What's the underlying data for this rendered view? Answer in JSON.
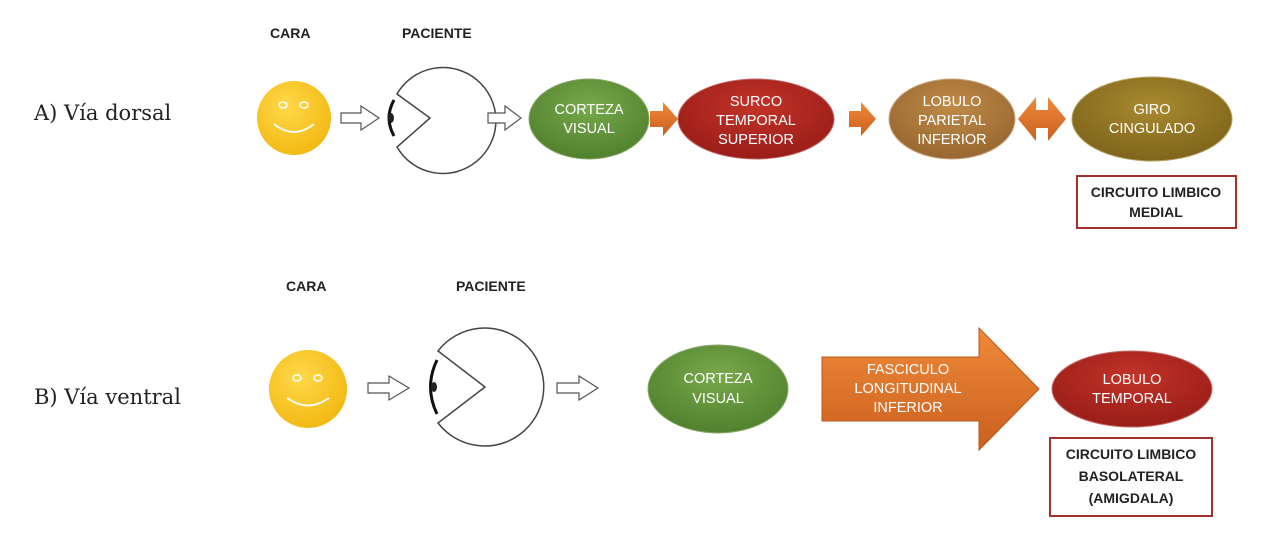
{
  "colors": {
    "face": "#f7c21b",
    "green": "#5a8e34",
    "red": "#a8231c",
    "brown_light": "#a8763a",
    "olive": "#8b6f20",
    "orange": "#e0762a",
    "box_border": "#a3302a"
  },
  "dorsal": {
    "row_label": "A) Vía dorsal",
    "face_label": "CARA",
    "patient_label": "PACIENTE",
    "nodes": {
      "corteza": [
        "CORTEZA",
        "VISUAL"
      ],
      "surco": [
        "SURCO",
        "TEMPORAL",
        "SUPERIOR"
      ],
      "lobulo_parietal": [
        "LOBULO",
        "PARIETAL",
        "INFERIOR"
      ],
      "giro": [
        "GIRO",
        "CINGULADO"
      ]
    },
    "circuit_box": [
      "CIRCUITO LIMBICO",
      "MEDIAL"
    ]
  },
  "ventral": {
    "row_label": "B) Vía ventral",
    "face_label": "CARA",
    "patient_label": "PACIENTE",
    "nodes": {
      "corteza": [
        "CORTEZA",
        "VISUAL"
      ],
      "lobulo_temporal": [
        "LOBULO",
        "TEMPORAL"
      ]
    },
    "fasciculo": [
      "FASCICULO",
      "LONGITUDINAL",
      "INFERIOR"
    ],
    "circuit_box": [
      "CIRCUITO LIMBICO",
      "BASOLATERAL",
      "(AMIGDALA)"
    ]
  }
}
